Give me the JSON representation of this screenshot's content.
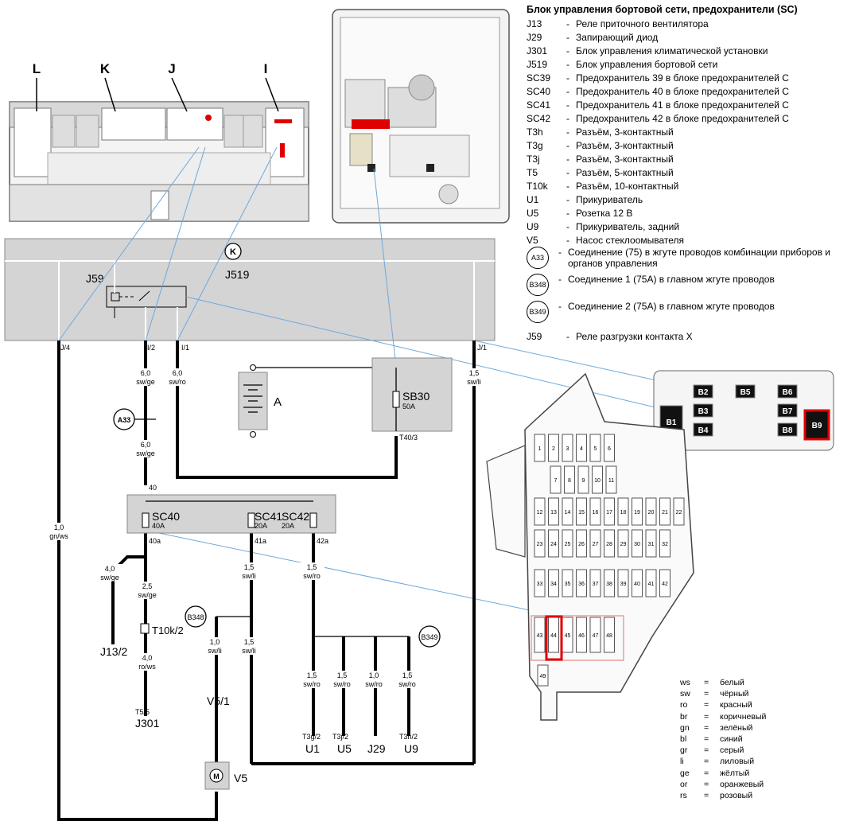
{
  "legend": {
    "title": "Блок управления бортовой сети, предохранители (SC)",
    "items": [
      {
        "code": "J13",
        "desc": "Реле приточного вентилятора"
      },
      {
        "code": "J29",
        "desc": "Запирающий диод"
      },
      {
        "code": "J301",
        "desc": "Блок управления климатической установки"
      },
      {
        "code": "J519",
        "desc": "Блок управления бортовой сети"
      },
      {
        "code": "SC39",
        "desc": "Предохранитель 39 в блоке предохранителей С"
      },
      {
        "code": "SC40",
        "desc": "Предохранитель 40 в блоке предохранителей С"
      },
      {
        "code": "SC41",
        "desc": "Предохранитель 41 в блоке предохранителей С"
      },
      {
        "code": "SC42",
        "desc": "Предохранитель 42 в блоке предохранителей С"
      },
      {
        "code": "T3h",
        "desc": "Разъём, 3-контактный"
      },
      {
        "code": "T3g",
        "desc": "Разъём, 3-контактный"
      },
      {
        "code": "T3j",
        "desc": "Разъём, 3-контактный"
      },
      {
        "code": "T5",
        "desc": "Разъём, 5-контактный"
      },
      {
        "code": "T10k",
        "desc": "Разъём, 10-контактный"
      },
      {
        "code": "U1",
        "desc": "Прикуриватель"
      },
      {
        "code": "U5",
        "desc": "Розетка 12 В"
      },
      {
        "code": "U9",
        "desc": "Прикуриватель, задний"
      },
      {
        "code": "V5",
        "desc": "Насос стеклоомывателя"
      }
    ],
    "connectors": [
      {
        "code": "A33",
        "desc": "Соединение (75) в жгуте проводов комбинации приборов и органов управления"
      },
      {
        "code": "B348",
        "desc": "Соединение 1 (75A) в главном жгуте проводов"
      },
      {
        "code": "B349",
        "desc": "Соединение 2 (75A) в главном жгуте проводов"
      }
    ],
    "j59": {
      "code": "J59",
      "desc": "Реле разгрузки контакта X"
    }
  },
  "colors": [
    {
      "abbr": "ws",
      "name": "белый"
    },
    {
      "abbr": "sw",
      "name": "чёрный"
    },
    {
      "abbr": "ro",
      "name": "красный"
    },
    {
      "abbr": "br",
      "name": "коричневый"
    },
    {
      "abbr": "gn",
      "name": "зелёный"
    },
    {
      "abbr": "bl",
      "name": "синий"
    },
    {
      "abbr": "gr",
      "name": "серый"
    },
    {
      "abbr": "li",
      "name": "лиловый"
    },
    {
      "abbr": "ge",
      "name": "жёлтый"
    },
    {
      "abbr": "or",
      "name": "оранжевый"
    },
    {
      "abbr": "rs",
      "name": "розовый"
    }
  ],
  "diagram": {
    "relay_labels": [
      "L",
      "K",
      "J",
      "I"
    ],
    "j519": "J519",
    "j59": "J59",
    "k_symbol": "K",
    "pins": {
      "j4": "J/4",
      "i2": "I/2",
      "i1": "I/1",
      "j1": "J/1"
    },
    "wires": {
      "w_i2_a": [
        "6,0",
        "sw/ge"
      ],
      "w_i1": [
        "6,0",
        "sw/ro"
      ],
      "w_i2_b": [
        "6,0",
        "sw/ge"
      ],
      "w_j1": [
        "1,5",
        "sw/li"
      ],
      "w_j4": [
        "1,0",
        "gn/ws"
      ],
      "w_j13": [
        "4,0",
        "sw/ge"
      ],
      "w_40a": [
        "2,5",
        "sw/ge"
      ],
      "w_t10k": [
        "4,0",
        "ro/ws"
      ],
      "w_41a": [
        "1,5",
        "sw/li"
      ],
      "w_42a": [
        "1,5",
        "sw/ro"
      ],
      "w_v5": [
        "1,0",
        "sw/li"
      ],
      "w_b348": [
        "1,5",
        "sw/li"
      ],
      "w_u1": [
        "1,5",
        "sw/ro"
      ],
      "w_u5": [
        "1,5",
        "sw/ro"
      ],
      "w_j29": [
        "1,0",
        "sw/ro"
      ],
      "w_u9": [
        "1,5",
        "sw/ro"
      ]
    },
    "battery": "A",
    "sb30": "SB30",
    "sb30_amp": "50A",
    "t40": "T40/3",
    "a33": "A33",
    "b348": "B348",
    "b349": "B349",
    "pin40": "40",
    "fuses": [
      {
        "name": "SC40",
        "amp": "40A",
        "out": "40a"
      },
      {
        "name": "SC41",
        "amp": "20A",
        "out": "41a"
      },
      {
        "name": "SC42",
        "amp": "20A",
        "out": "42a"
      }
    ],
    "t10k": "T10k/2",
    "j13": "J13/2",
    "t5": "T5/5",
    "j301": "J301",
    "v5_pin": "V5/1",
    "v5": "V5",
    "motor": "M",
    "bottom_conn": [
      {
        "pin": "T3g/2",
        "name": "U1"
      },
      {
        "pin": "T3j/2",
        "name": "U5"
      },
      {
        "pin": "",
        "name": "J29"
      },
      {
        "pin": "T3h/2",
        "name": "U9"
      }
    ],
    "b_relays": [
      "B1",
      "B2",
      "B3",
      "B4",
      "B5",
      "B6",
      "B7",
      "B8",
      "B9"
    ],
    "fuse_numbers": [
      "1",
      "2",
      "3",
      "4",
      "5",
      "6",
      "7",
      "8",
      "9",
      "10",
      "11",
      "12",
      "13",
      "14",
      "15",
      "16",
      "17",
      "18",
      "19",
      "20",
      "21",
      "22",
      "23",
      "24",
      "25",
      "26",
      "27",
      "28",
      "29",
      "30",
      "31",
      "32",
      "33",
      "34",
      "35",
      "36",
      "37",
      "38",
      "39",
      "40",
      "41",
      "42",
      "43",
      "44",
      "45",
      "46",
      "47",
      "48",
      "49"
    ]
  }
}
